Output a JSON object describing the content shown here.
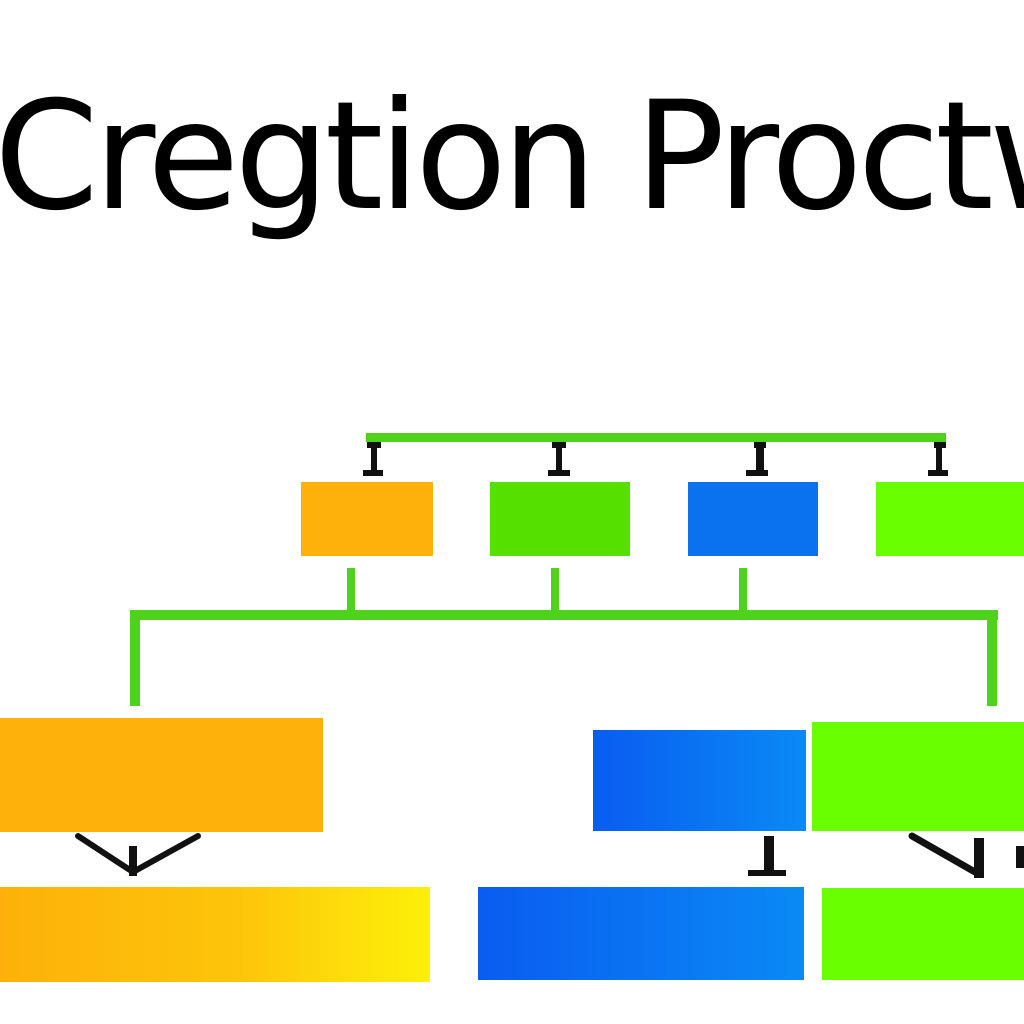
{
  "diagram": {
    "title": "Cregtion Proctwo",
    "connector_color": "#4fd21c",
    "arrow_color": "#111111",
    "colors": {
      "orange": "#fdb10a",
      "green": "#55e000",
      "blue": "#0a72ef",
      "lime": "#6aff00"
    },
    "rows": [
      {
        "name": "top-row",
        "boxes": [
          "orange",
          "green",
          "blue",
          "lime"
        ]
      },
      {
        "name": "middle-row",
        "boxes": [
          "orange",
          "blue",
          "lime"
        ]
      },
      {
        "name": "bottom-row",
        "boxes": [
          "orange",
          "blue",
          "lime"
        ]
      }
    ]
  }
}
